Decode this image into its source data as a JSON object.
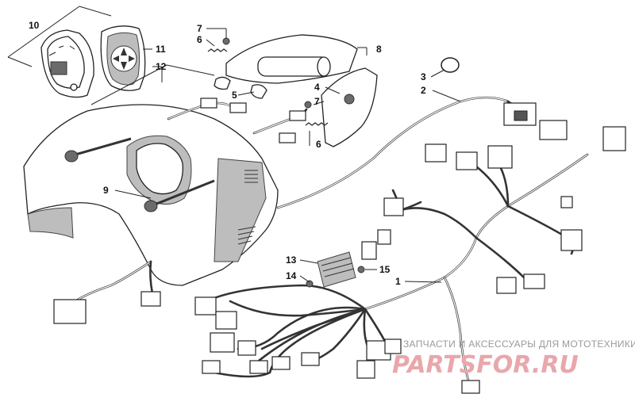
{
  "callouts": [
    "10",
    "7",
    "6",
    "11",
    "12",
    "8",
    "3",
    "2",
    "5",
    "4",
    "7",
    "6",
    "9",
    "13",
    "14",
    "15",
    "1"
  ],
  "watermark": {
    "tagline": "ЗАПЧАСТИ И АКСЕССУАРЫ ДЛЯ МОТОТЕХНИКИ",
    "logo": "PARTSFOR.RU"
  }
}
